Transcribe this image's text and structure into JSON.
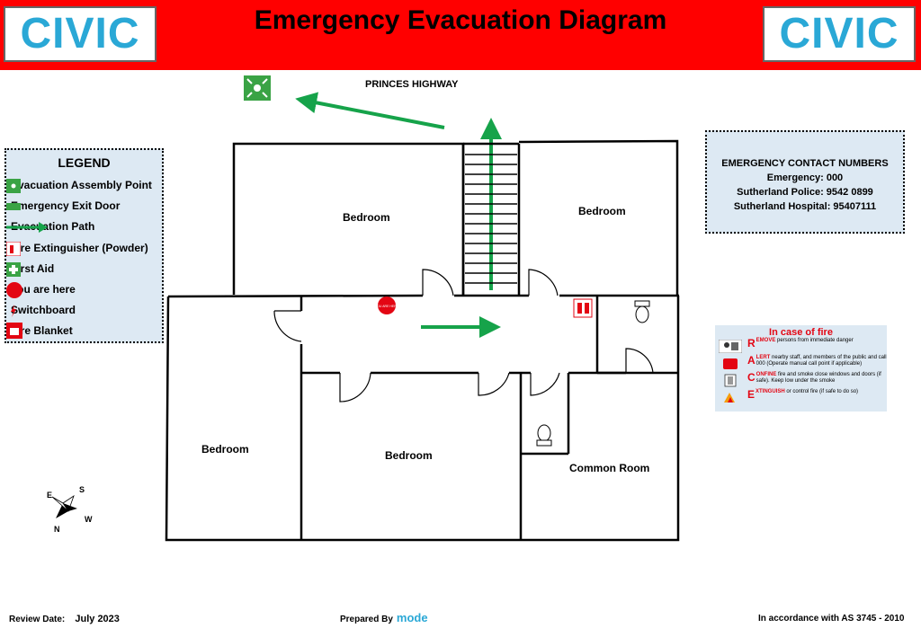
{
  "header": {
    "title": "Emergency Evacuation Diagram",
    "logo_text": "CIVIC",
    "bg_color": "#ff0000",
    "logo_color": "#2aa8d6"
  },
  "street": {
    "name": "PRINCES HIGHWAY"
  },
  "legend": {
    "title": "LEGEND",
    "items": [
      {
        "label": "Evacuation Assembly Point",
        "icon": "assembly-point-icon"
      },
      {
        "label": "Emergency Exit Door",
        "icon": "exit-sign-icon"
      },
      {
        "label": "Evacuation Path",
        "icon": "green-arrow-icon"
      },
      {
        "label": "Fire Extinguisher (Powder)",
        "icon": "fire-extinguisher-icon"
      },
      {
        "label": "First Aid",
        "icon": "first-aid-icon"
      },
      {
        "label": "You are here",
        "icon": "you-are-here-icon"
      },
      {
        "label": "Switchboard",
        "icon": "switchboard-icon"
      },
      {
        "label": "Fire Blanket",
        "icon": "fire-blanket-icon"
      }
    ]
  },
  "contacts": {
    "title": "EMERGENCY CONTACT NUMBERS",
    "lines": [
      "Emergency: 000",
      "Sutherland Police: 9542 0899",
      "Sutherland Hospital: 95407111"
    ]
  },
  "fire_procedure": {
    "title": "In case of fire",
    "steps": [
      {
        "letter": "R",
        "word": "EMOVE",
        "text": "persons from immediate danger",
        "icon": "remove-persons-icon"
      },
      {
        "letter": "A",
        "word": "LERT",
        "text": "nearby staff, and members of the public and call 000 (Operate manual call point if applicable)",
        "icon": "phone-icon"
      },
      {
        "letter": "C",
        "word": "ONFINE",
        "text": "fire and smoke close windows and doors (if safe). Keep low under the smoke",
        "icon": "door-icon"
      },
      {
        "letter": "E",
        "word": "XTINGUISH",
        "text": "or control fire (if safe to do so)",
        "icon": "extinguish-icon"
      }
    ]
  },
  "rooms": [
    {
      "name": "Bedroom"
    },
    {
      "name": "Bedroom"
    },
    {
      "name": "Bedroom"
    },
    {
      "name": "Bedroom"
    },
    {
      "name": "Common Room"
    }
  ],
  "you_are_here": {
    "text": "YOU ARE HERE"
  },
  "compass": {
    "n": "N",
    "s": "S",
    "e": "E",
    "w": "W"
  },
  "footer": {
    "review_label": "Review Date:",
    "review_date": "July 2023",
    "prepared_by": "Prepared By",
    "prepared_logo": "mode",
    "standard": "In accordance with AS 3745 - 2010"
  },
  "colors": {
    "arrow": "#16a34a",
    "panel": "#dde9f3",
    "accent_red": "#e30613"
  }
}
